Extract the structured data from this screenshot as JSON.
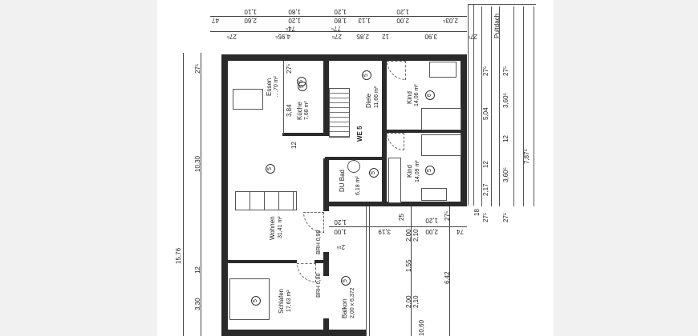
{
  "rooms": {
    "essen": {
      "name": "Essen",
      "area": "…,70 m²",
      "floor_code": "5"
    },
    "kueche": {
      "name": "Küche",
      "area": "7,68 m²",
      "floor_code": "5",
      "dim": "3,84",
      "dim2": "27⁵"
    },
    "diele": {
      "name": "Diele",
      "area": "11,66 m²",
      "floor_code": "5"
    },
    "kind1": {
      "name": "Kind",
      "area": "14,06 m²",
      "floor_code": "6"
    },
    "kind2": {
      "name": "Kind",
      "area": "14,09 m²",
      "floor_code": "5"
    },
    "bad": {
      "name": "DU Bad",
      "area": "6,18 m²",
      "floor_code": "5"
    },
    "wohnen": {
      "name": "Wohnen",
      "area": "31,41 m²",
      "floor_code": "5"
    },
    "schlafen": {
      "name": "Schlafen",
      "area": "17,63 m²",
      "floor_code": "5"
    },
    "balkon": {
      "name": "Balkon",
      "area": "2,00 x 6,372",
      "floor_code": "5"
    },
    "we": {
      "name": "WE 5"
    }
  },
  "roof_label": "Pultdach",
  "top_dims_row1": [
    "47",
    "2,60",
    "1,10",
    "1,20",
    "1,80",
    "1,80",
    "1,20",
    "1,13",
    "2,00",
    "1,20",
    "2,03⁵"
  ],
  "top_dims_row2": [
    "27⁶",
    "4,95⁵",
    "74⁵",
    "77⁵",
    "27⁶",
    "2,85",
    "12",
    "3,90",
    "27⁵"
  ],
  "left_dims": {
    "total": "15,76",
    "d1": "27⁵",
    "d2": "10,30",
    "d3": "12",
    "d4": "3,30"
  },
  "right_dims": {
    "a": "27⁵",
    "b": "5,04",
    "c": "12",
    "d": "2,17",
    "e": "18",
    "f": "27⁵",
    "g": "27⁵",
    "h": "3,60⁵",
    "i": "12",
    "j": "3,60⁵",
    "k": "27⁵",
    "l": "7,87⁵"
  },
  "balcony_dims": {
    "a": "25",
    "b": "2,00",
    "c": "2,10",
    "d": "1,55",
    "e": "2,00",
    "f": "2,10",
    "g": "10,60",
    "h": "6,42",
    "i": "27⁵",
    "j": "1,20",
    "k": "2,00",
    "l": "74",
    "m": "3,19",
    "n": "1,20",
    "o": "1,00",
    "p": "2¹⁶",
    "q": "12"
  },
  "window_codes": {
    "w1": "BRH 0,98",
    "w2": "BRH 0,98"
  }
}
